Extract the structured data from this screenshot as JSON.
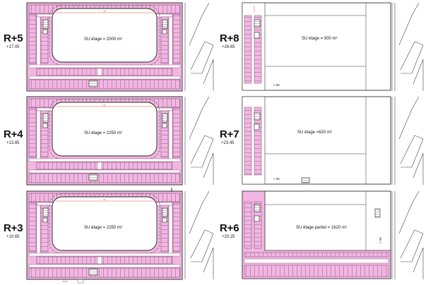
{
  "colors": {
    "parking": "#f2b6e2",
    "stall_line": "#7a4a70",
    "wall": "#333333",
    "dim_line": "#e0553c",
    "dashed": "#555555"
  },
  "plans": [
    {
      "id": "r5",
      "level": "R+5",
      "elevation": "+17.05",
      "area": "SU étage = 2000 m²"
    },
    {
      "id": "r4",
      "level": "R+4",
      "elevation": "+13.85",
      "area": "SU étage = 2250 m²"
    },
    {
      "id": "r3",
      "level": "R+3",
      "elevation": "+10.65",
      "area": "SU étage = 2250 m²"
    },
    {
      "id": "r8",
      "level": "R+8",
      "elevation": "+26.65",
      "area": "SU étage = 500 m²",
      "note": "> 55"
    },
    {
      "id": "r7",
      "level": "R+7",
      "elevation": "+23,45",
      "area": "SU étage =620 m²",
      "note": "> 55"
    },
    {
      "id": "r6",
      "level": "R+6",
      "elevation": "+20.25",
      "area": "SU étage partiel = 1620 m²",
      "note": "> 55"
    }
  ]
}
